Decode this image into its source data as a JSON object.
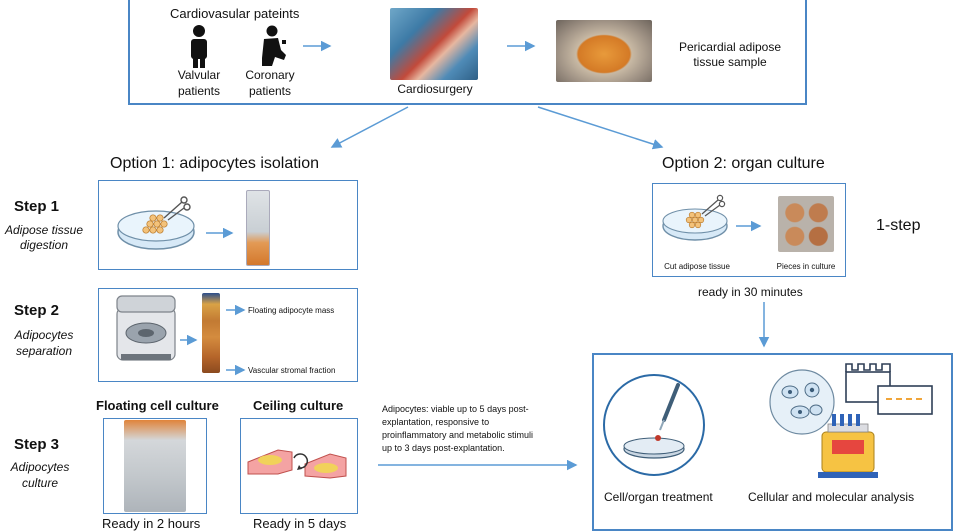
{
  "top_panel": {
    "title": "Cardiovasular pateints",
    "valvular": [
      "Valvular",
      "patients"
    ],
    "coronary": [
      "Coronary",
      "patients"
    ],
    "surgery": "Cardiosurgery",
    "sample": [
      "Pericardial adipose",
      "tissue sample"
    ]
  },
  "option1": {
    "title": "Option 1: adipocytes isolation"
  },
  "option2": {
    "title": "Option 2: organ culture",
    "cut": "Cut adipose tissue",
    "pieces": "Pieces in culture",
    "onestep": "1-step",
    "ready": "ready in 30 minutes"
  },
  "steps": [
    {
      "label": "Step 1",
      "desc": [
        "Adipose tissue",
        "digestion"
      ]
    },
    {
      "label": "Step 2",
      "desc": [
        "Adipocytes",
        "separation"
      ]
    },
    {
      "label": "Step 3",
      "desc": [
        "Adipocytes",
        "culture"
      ]
    }
  ],
  "step2": {
    "floating": "Floating adipocyte mass",
    "stromal": "Vascular stromal fraction"
  },
  "step3": {
    "floating_title": "Floating cell culture",
    "ceiling_title": "Ceiling culture",
    "floating_ready": "Ready in 2 hours",
    "ceiling_ready": "Ready in 5 days"
  },
  "note": [
    "Adipocytes: viable up to 5 days post-",
    "explantation, responsive to",
    "proinflammatory and metabolic stimuli",
    "up to 3 days post-explantation."
  ],
  "outcome": {
    "treatment": "Cell/organ treatment",
    "analysis": "Cellular and molecular analysis"
  },
  "colors": {
    "frame": "#4a86c5",
    "arrow": "#5b9bd5",
    "tissue": "#d9852f"
  }
}
